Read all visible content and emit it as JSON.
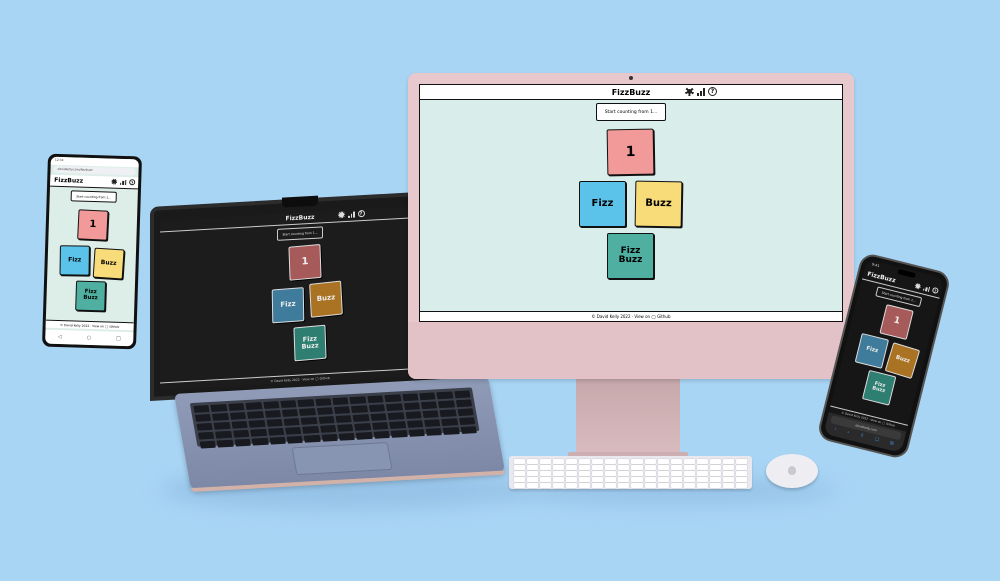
{
  "app": {
    "title": "FizzBuzz",
    "start_label": "Start counting from 1...",
    "help_glyph": "?",
    "footer": "© David Kelly 2022 · View on ◯ Github",
    "colors": {
      "light_bg": "#d9edea",
      "dark_bg": "#1c1c1c",
      "card_number_light": "#f29a9a",
      "card_fizz_light": "#5bc3ea",
      "card_buzz_light": "#f7dc79",
      "card_fizzbuzz_light": "#4fb0a2",
      "card_number_dark": "#a65a5a",
      "card_fizz_dark": "#3f7b9a",
      "card_buzz_dark": "#a97323",
      "card_fizzbuzz_dark": "#2f7e72"
    }
  },
  "cards": {
    "number": "1",
    "fizz": "Fizz",
    "buzz": "Buzz",
    "fizzbuzz_line1": "Fizz",
    "fizzbuzz_line2": "Buzz"
  },
  "android": {
    "status_time": "12:34",
    "url": "davidkelly.com/fizzbuzz",
    "nav_back": "◁",
    "nav_home": "○",
    "nav_recent": "□"
  },
  "iphone": {
    "status_time": "9:41",
    "url": "davidkelly.com",
    "tool_back": "‹",
    "tool_forward": "›",
    "tool_share": "⇧",
    "tool_book": "☐",
    "tool_tabs": "⧉"
  }
}
